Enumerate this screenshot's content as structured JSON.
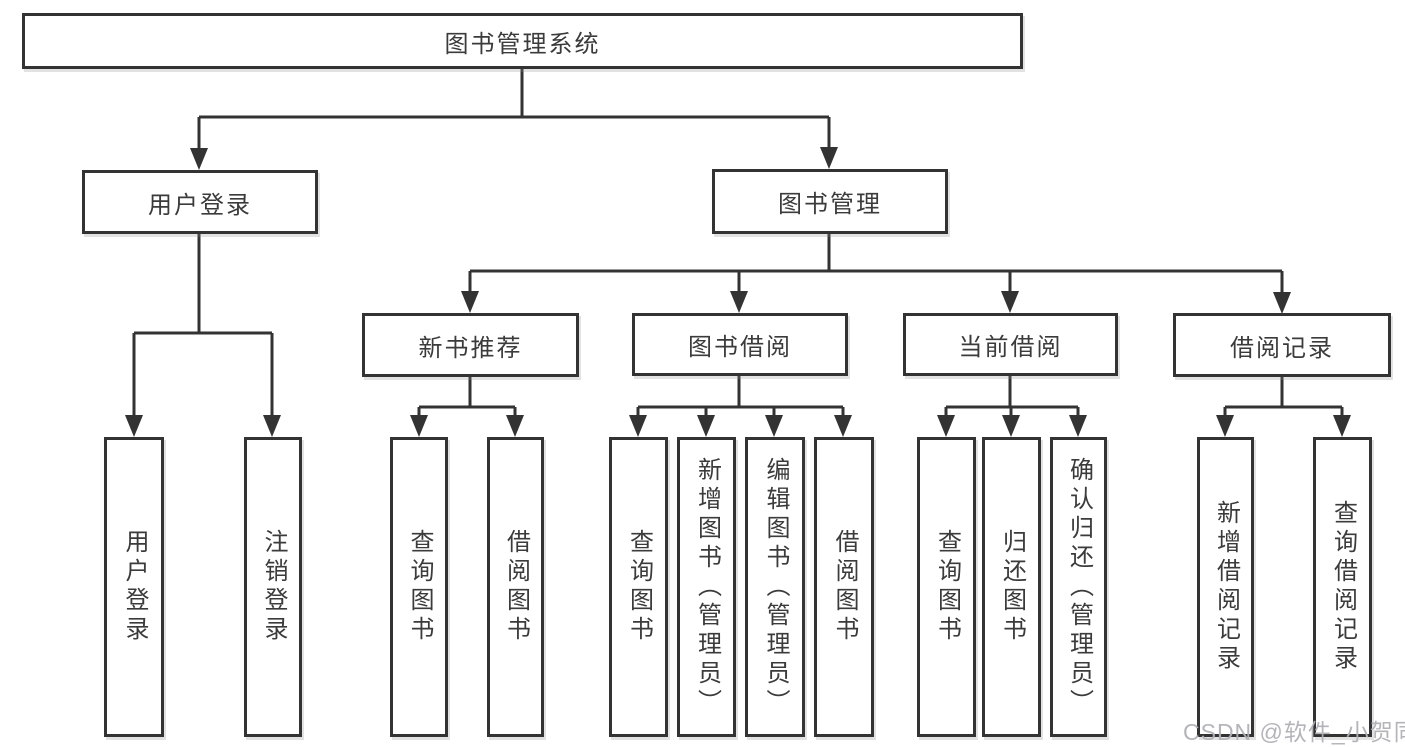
{
  "tree": {
    "label": "图书管理系统",
    "children": [
      {
        "label": "用户登录",
        "children": [
          {
            "label": "用户登录"
          },
          {
            "label": "注销登录"
          }
        ]
      },
      {
        "label": "图书管理",
        "children": [
          {
            "label": "新书推荐",
            "children": [
              {
                "label": "查询图书"
              },
              {
                "label": "借阅图书"
              }
            ]
          },
          {
            "label": "图书借阅",
            "children": [
              {
                "label": "查询图书"
              },
              {
                "label": "新增图书（管理员）"
              },
              {
                "label": "编辑图书（管理员）"
              },
              {
                "label": "借阅图书"
              }
            ]
          },
          {
            "label": "当前借阅",
            "children": [
              {
                "label": "查询图书"
              },
              {
                "label": "归还图书"
              },
              {
                "label": "确认归还（管理员）"
              }
            ]
          },
          {
            "label": "借阅记录",
            "children": [
              {
                "label": "新增借阅记录"
              },
              {
                "label": "查询借阅记录"
              }
            ]
          }
        ]
      }
    ]
  },
  "watermark": {
    "text": "CSDN @软件_小贺同学"
  },
  "colors": {
    "box_border": "#333333",
    "box_text": "#3b3b3b",
    "connector_line": "#333333",
    "watermark_text": "#b0b0b6",
    "background": "#ffffff"
  }
}
